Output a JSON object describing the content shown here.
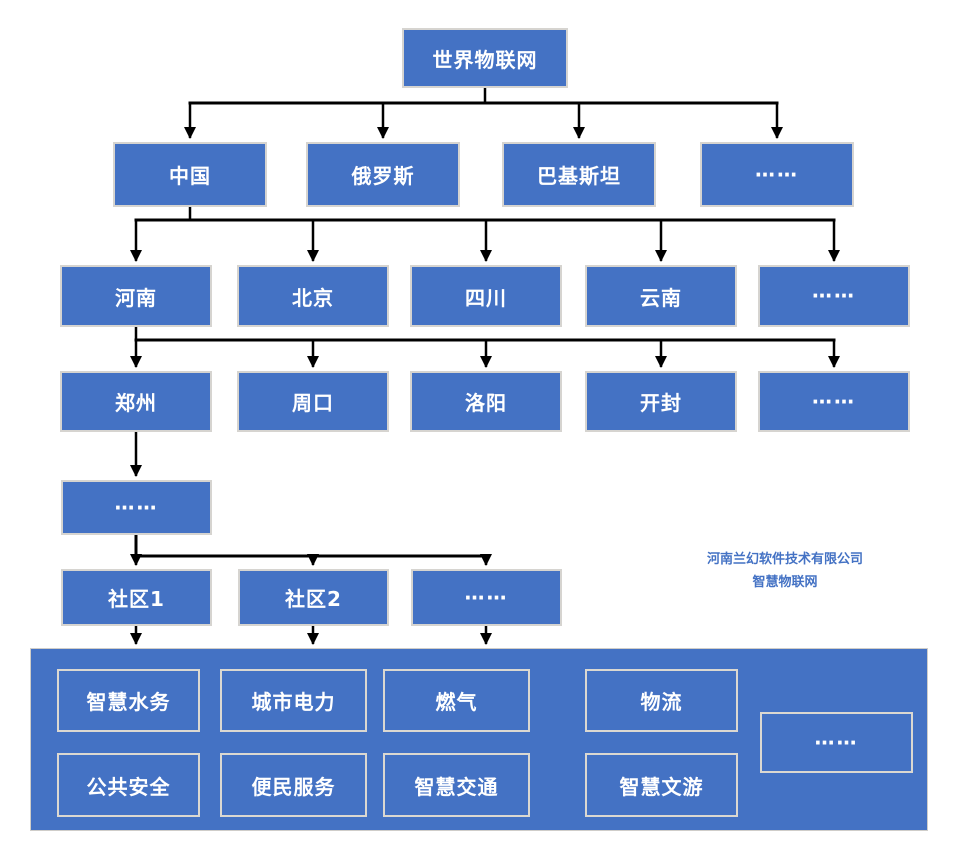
{
  "nodes": {
    "root": "世界物联网",
    "countries": [
      "中国",
      "俄罗斯",
      "巴基斯坦",
      "……"
    ],
    "provinces": [
      "河南",
      "北京",
      "四川",
      "云南",
      "……"
    ],
    "cities": [
      "郑州",
      "周口",
      "洛阳",
      "开封",
      "……"
    ],
    "district_ellipsis": "……",
    "communities": [
      "社区1",
      "社区2",
      "……"
    ],
    "services_row1": [
      "智慧水务",
      "城市电力",
      "燃气",
      "物流"
    ],
    "services_row2": [
      "公共安全",
      "便民服务",
      "智慧交通",
      "智慧文游"
    ],
    "services_ellipsis": "……"
  },
  "watermark": {
    "line1": "河南兰幻软件技术有限公司",
    "line2": "智慧物联网"
  },
  "colors": {
    "box_fill": "#4472C4",
    "box_border": "#D6D4D0",
    "inner_box_border": "#DBD8D1",
    "connector": "#000000",
    "text": "#FFFFFF",
    "watermark_text": "#4472C4",
    "background": "#FFFFFF"
  }
}
